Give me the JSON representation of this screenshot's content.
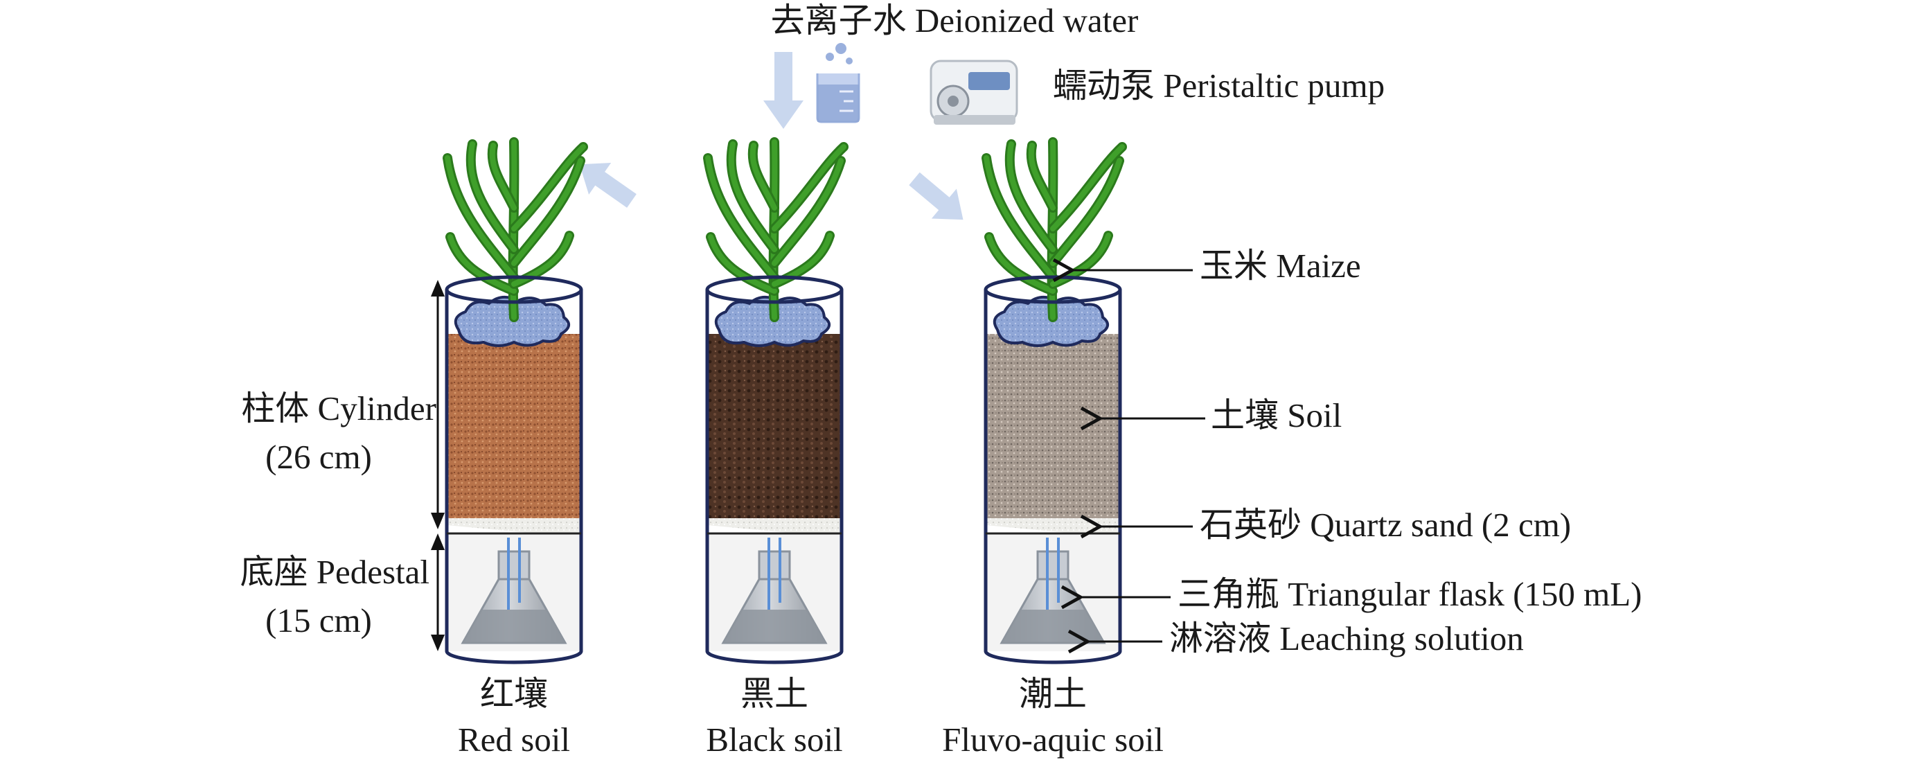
{
  "title_text": "去离子水 Deionized water",
  "pump_label": "蠕动泵 Peristaltic pump",
  "left_labels": {
    "cylinder_line1": "柱体 Cylinder",
    "cylinder_line2": "(26 cm)",
    "pedestal_line1": "底座 Pedestal",
    "pedestal_line2": "(15 cm)"
  },
  "right_labels": {
    "maize": "玉米 Maize",
    "soil": "土壤 Soil",
    "quartz": "石英砂 Quartz sand (2 cm)",
    "flask": "三角瓶 Triangular flask (150 mL)",
    "leaching": "淋溶液 Leaching solution"
  },
  "columns": [
    {
      "name_cn": "红壤",
      "name_en": "Red soil",
      "soil_color": "#b8734a",
      "soil_color_dark": "#8f5030"
    },
    {
      "name_cn": "黑土",
      "name_en": "Black soil",
      "soil_color": "#4e3325",
      "soil_color_dark": "#2f1d14"
    },
    {
      "name_cn": "潮土",
      "name_en": "Fluvo-aquic soil",
      "soil_color": "#a89c92",
      "soil_color_dark": "#6e655e"
    }
  ],
  "colors": {
    "outline": "#1f2a5c",
    "arrow_pale": "#c9d7ee",
    "plant": "#3f9f2a",
    "plant_dark": "#2b7a1c",
    "water_pad": "#8fa6d6",
    "flask": "#b9bec6",
    "leachate": "#8e959e"
  },
  "icons": [
    "beaker-icon",
    "peristaltic-pump-icon",
    "maize-plant-icon",
    "flask-icon"
  ]
}
